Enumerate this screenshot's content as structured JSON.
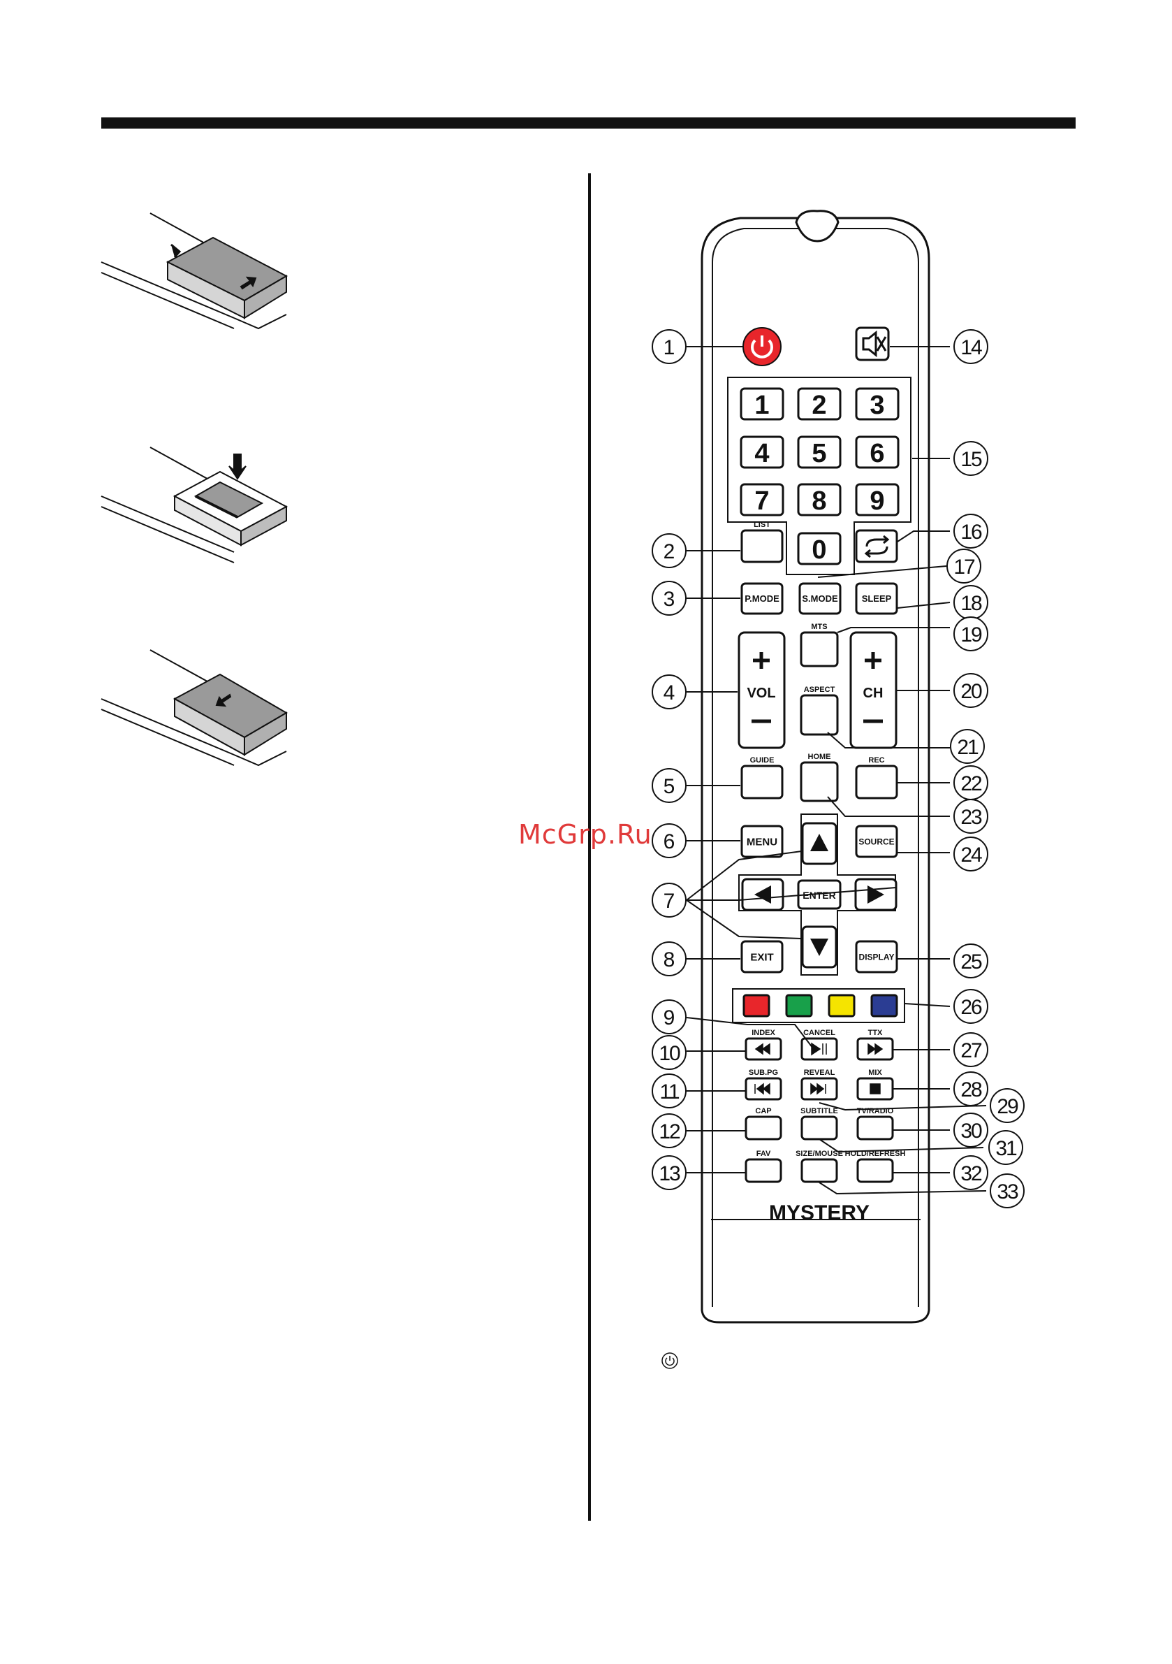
{
  "watermark": "McGrp.Ru",
  "remote": {
    "brand": "MYSTERY",
    "digits": [
      "1",
      "2",
      "3",
      "4",
      "5",
      "6",
      "7",
      "8",
      "9",
      "0"
    ],
    "labels": {
      "list": "LIST",
      "pmode": "P.MODE",
      "smode": "S.MODE",
      "sleep": "SLEEP",
      "mts": "MTS",
      "aspect": "ASPECT",
      "vol": "VOL",
      "ch": "CH",
      "guide": "GUIDE",
      "home": "HOME",
      "rec": "REC",
      "menu": "MENU",
      "source": "SOURCE",
      "enter": "ENTER",
      "exit": "EXIT",
      "display": "DISPLAY",
      "index": "INDEX",
      "cancel": "CANCEL",
      "ttx": "TTX",
      "subpg": "SUB.PG",
      "reveal": "REVEAL",
      "mix": "MIX",
      "cap": "CAP",
      "subtitle": "SUBTITLE",
      "tvradio": "TV/RADIO",
      "fav": "FAV",
      "sizemouse": "SIZE/MOUSE",
      "holdrefresh": "HOLD/REFRESH"
    },
    "colors": {
      "red": "#e8262b",
      "green": "#18a04a",
      "yellow": "#f5e400",
      "blue": "#2b3d93",
      "power": "#e8262b"
    }
  },
  "callouts": [
    "1",
    "2",
    "3",
    "4",
    "5",
    "6",
    "7",
    "8",
    "9",
    "10",
    "11",
    "12",
    "13",
    "14",
    "15",
    "16",
    "17",
    "18",
    "19",
    "20",
    "21",
    "22",
    "23",
    "24",
    "25",
    "26",
    "27",
    "28",
    "29",
    "30",
    "31",
    "32",
    "33"
  ]
}
